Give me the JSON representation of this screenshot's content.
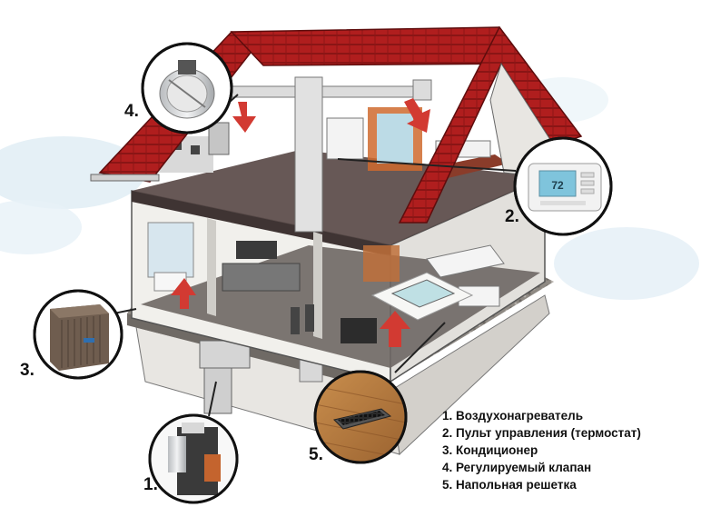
{
  "legend": {
    "items": [
      "1. Воздухонагреватель",
      "2. Пульт управления (термостат)",
      "3. Кондиционер",
      "4. Регулируемый клапан",
      "5. Напольная решетка"
    ]
  },
  "callouts": {
    "heater_number": "1.",
    "thermostat_number": "2.",
    "ac_number": "3.",
    "damper_number": "4.",
    "grille_number": "5."
  },
  "thermostat": {
    "screen_reading": "72"
  },
  "colors": {
    "roof": "#b01e1e",
    "roof_dark": "#7d1212",
    "wall": "#e9e9e6",
    "floor_upper": "#5a4a48",
    "floor_lower": "#6e6764",
    "ground": "#9a948e",
    "duct": "#d8d8d8",
    "airflow_arrow": "#d23a32",
    "sky": "#cfe3ef",
    "wood_floor": "#b27a3c"
  }
}
